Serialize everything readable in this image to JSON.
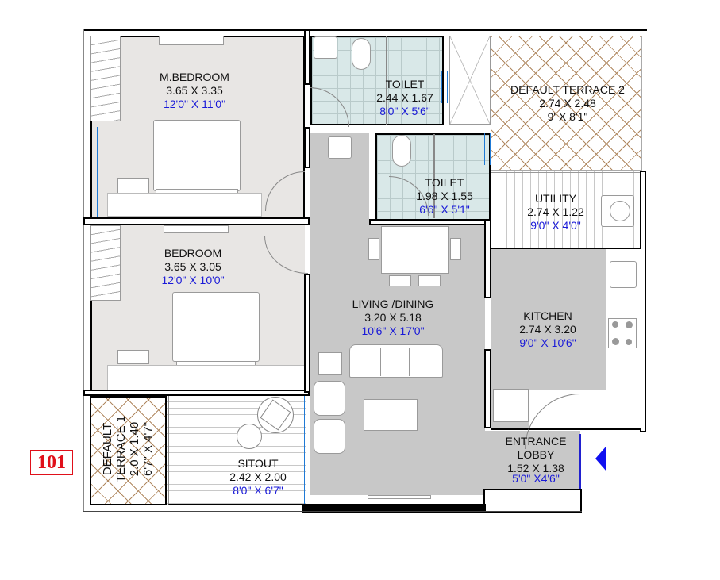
{
  "unit": {
    "number": "101",
    "number_color": "#e0101a"
  },
  "rooms": {
    "master_bedroom": {
      "name": "M.BEDROOM",
      "metric": "3.65 X 3.35",
      "imperial": "12'0\" X 11'0\""
    },
    "toilet_1": {
      "name": "TOILET",
      "metric": "2.44 X 1.67",
      "imperial": "8'0\" X 5'6\""
    },
    "terrace_2": {
      "name": "DEFAULT TERRACE 2",
      "metric": "2.74 X 2.48",
      "imperial": "9' X 8'1\""
    },
    "toilet_2": {
      "name": "TOILET",
      "metric": "1.98 X 1.55",
      "imperial": "6'6\" X 5'1\""
    },
    "utility": {
      "name": "UTILITY",
      "metric": "2.74 X 1.22",
      "imperial": "9'0\" X 4'0\""
    },
    "bedroom": {
      "name": "BEDROOM",
      "metric": "3.65 X 3.05",
      "imperial": "12'0\" X 10'0\""
    },
    "living_dining": {
      "name": "LIVING /DINING",
      "metric": "3.20 X 5.18",
      "imperial": "10'6\" X 17'0\""
    },
    "kitchen": {
      "name": "KITCHEN",
      "metric": "2.74 X 3.20",
      "imperial": "9'0\" X 10'6\""
    },
    "terrace_1": {
      "name_line1": "DEFAULT",
      "name_line2": "TERRACE 1",
      "metric": "2.0 X 1.40",
      "imperial": "6'7\" X 4'7\""
    },
    "sitout": {
      "name": "SITOUT",
      "metric": "2.42 X 2.00",
      "imperial": "8'0\" X 6'7\""
    },
    "entrance_lobby": {
      "name_line1": "ENTRANCE",
      "name_line2": "LOBBY",
      "metric": "1.52 X 1.38",
      "imperial": "5'0\" X4'6\""
    }
  },
  "icons": {
    "entry_marker": "triangle-left-arrow",
    "entry_color": "#1010f0"
  },
  "colors": {
    "bedroom_floor": "#e8e6e4",
    "living_floor": "#c8c8c8",
    "toilet_floor": "#d9e8e8",
    "wall": "#000000",
    "window": "#1f7ad6",
    "terrace_pattern": "#b08860",
    "imperial_text": "#1a1ad8"
  }
}
